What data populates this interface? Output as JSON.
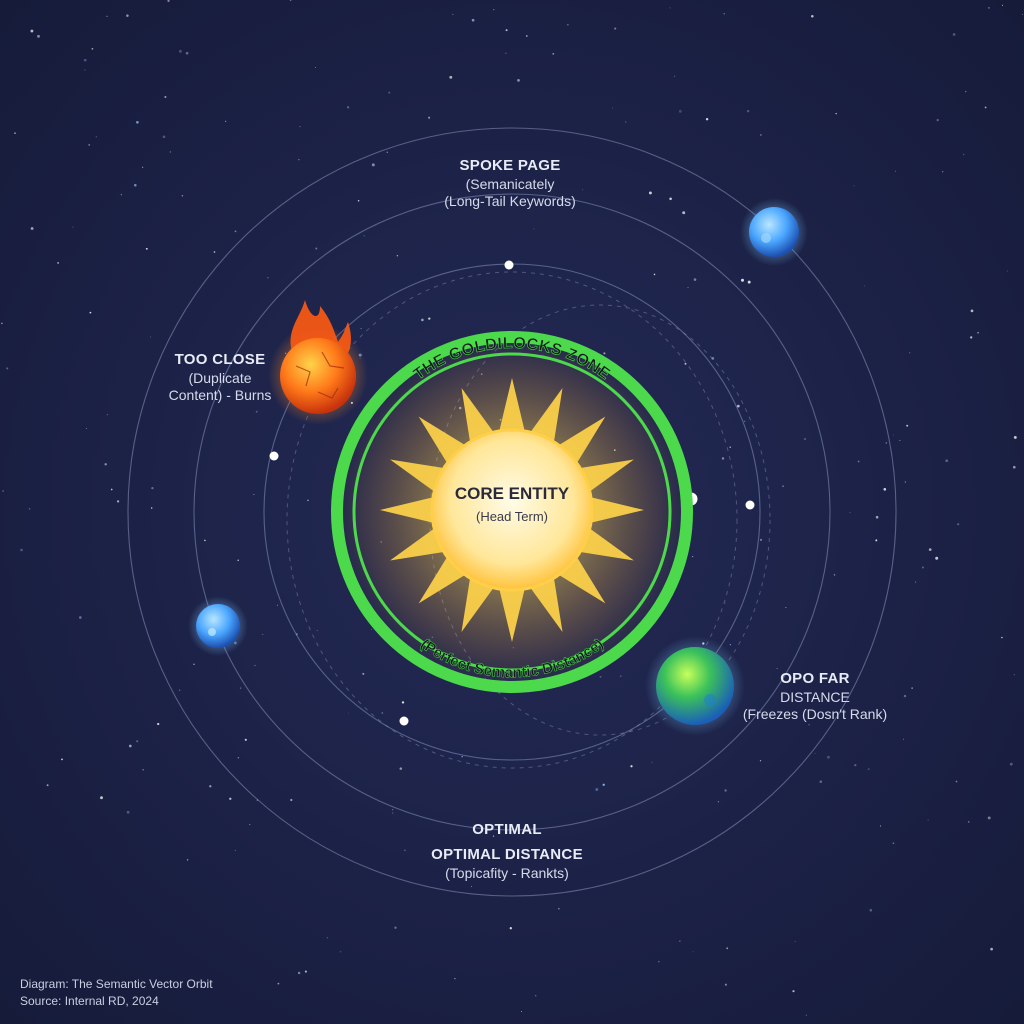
{
  "core": {
    "title": "CORE ENTITY",
    "subtitle": "(Head Term)"
  },
  "zone": {
    "title": "THE GOLDILOCKS ZONE",
    "subtitle": "(Perfect Semantic Distance)",
    "color": "#4cd94c"
  },
  "labels": {
    "spoke": {
      "title": "SPOKE PAGE",
      "line1": "(Semanicately",
      "line2": "(Long-Tail Keywords)"
    },
    "too_close": {
      "title": "TOO CLOSE",
      "line1": "(Duplicate",
      "line2": "Content) - Burns"
    },
    "too_far": {
      "title": "OPO FAR",
      "line1": "DISTANCE",
      "line2": "(Freezes (Dosn't Rank)"
    },
    "optimal": {
      "title": "OPTIMAL",
      "line1": "OPTIMAL DISTANCE",
      "line2": "(Topicafity - Rankts)"
    }
  },
  "caption": {
    "line1": "Diagram: The Semantic Vector Orbit",
    "line2": "Source: Internal RD, 2024"
  },
  "colors": {
    "background": "#1a2043",
    "orbit": "#8a93c0",
    "sun_core": "#fff6c8",
    "sun_ray": "#ffd24a",
    "hot_planet": "#ff6a1a",
    "cold_planet": "#4aa6ff",
    "far_planet": "#3cc2a0"
  }
}
